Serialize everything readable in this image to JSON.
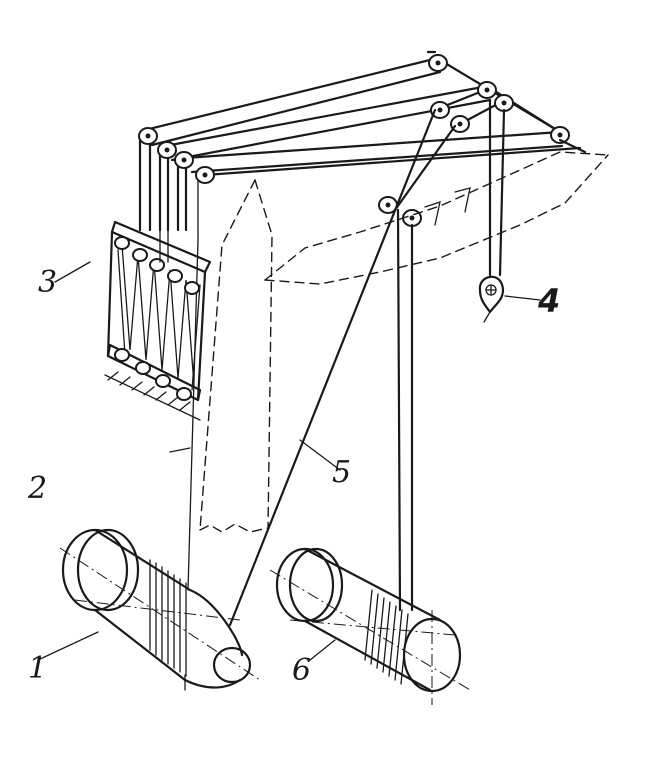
{
  "labels": {
    "l1": "1",
    "l2": "2",
    "l3": "3",
    "l4": "4",
    "l5": "5",
    "l6": "6"
  },
  "colors": {
    "ink": "#1a1a1a",
    "paper": "#ffffff"
  }
}
